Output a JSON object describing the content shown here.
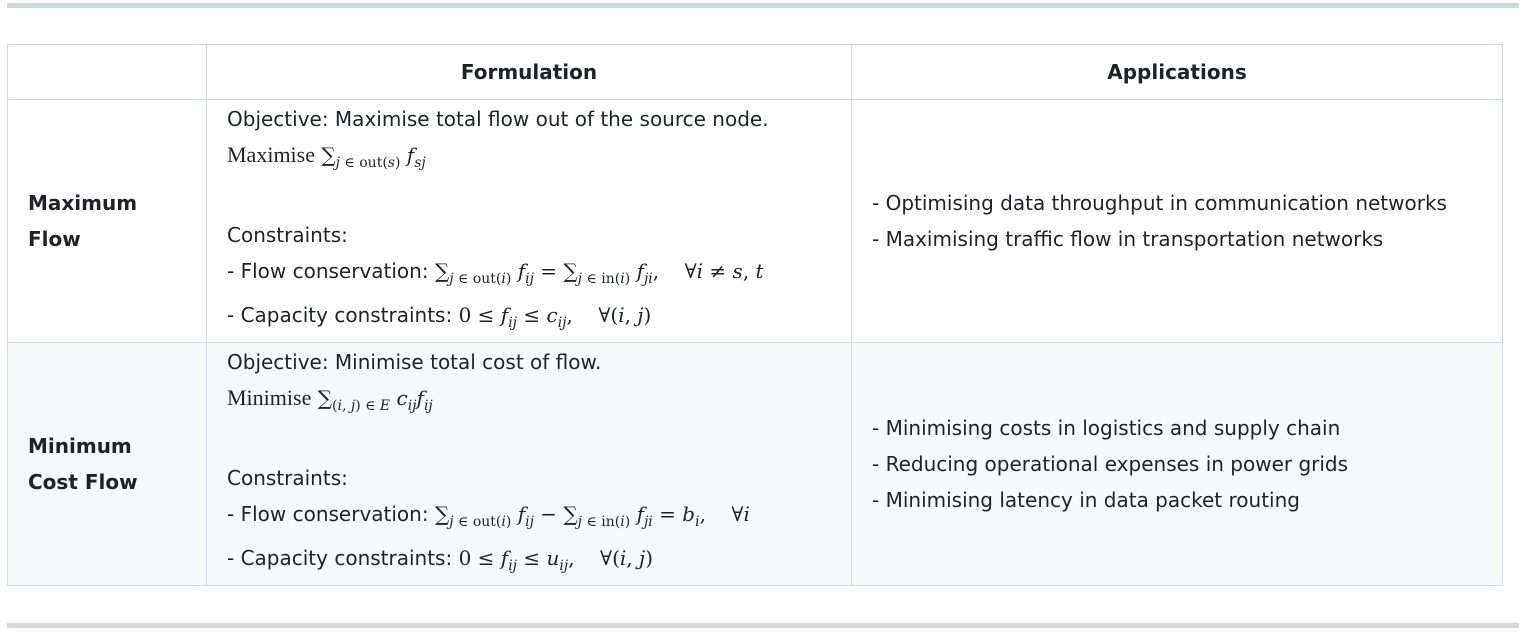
{
  "table": {
    "headers": [
      "",
      "Formulation",
      "Applications"
    ],
    "rows": [
      {
        "name": "Maximum Flow",
        "formulation": {
          "objective": "Objective: Maximise total flow out of the source node.",
          "objective_formula_label": "Maximise",
          "objective_formula": "∑_{j ∈ out(s)} f_{sj}",
          "constraints_label": "Constraints:",
          "flow_conservation_label": "- Flow conservation:",
          "flow_conservation_formula": "∑_{j ∈ out(i)} f_{ij} = ∑_{j ∈ in(i)} f_{ji},   ∀i ≠ s, t",
          "capacity_label": "- Capacity constraints:",
          "capacity_formula": "0 ≤ f_{ij} ≤ c_{ij},   ∀(i, j)"
        },
        "applications": [
          "- Optimising data throughput in communication networks",
          "- Maximising traffic flow in transportation networks"
        ]
      },
      {
        "name": "Minimum Cost Flow",
        "formulation": {
          "objective": "Objective: Minimise total cost of flow.",
          "objective_formula_label": "Minimise",
          "objective_formula": "∑_{(i, j) ∈ E} c_{ij} f_{ij}",
          "constraints_label": "Constraints:",
          "flow_conservation_label": "- Flow conservation:",
          "flow_conservation_formula": "∑_{j ∈ out(i)} f_{ij} − ∑_{j ∈ in(i)} f_{ji} = b_i,   ∀i",
          "capacity_label": "- Capacity constraints:",
          "capacity_formula": "0 ≤ f_{ij} ≤ u_{ij},   ∀(i, j)"
        },
        "applications": [
          "- Minimising costs in logistics and supply chain",
          "- Reducing operational expenses in power grids",
          "- Minimising latency in data packet routing"
        ]
      }
    ]
  },
  "colors": {
    "border": "#d1d9e0",
    "alt_row_bg": "#f6f8fa",
    "text": "#1f2328"
  }
}
